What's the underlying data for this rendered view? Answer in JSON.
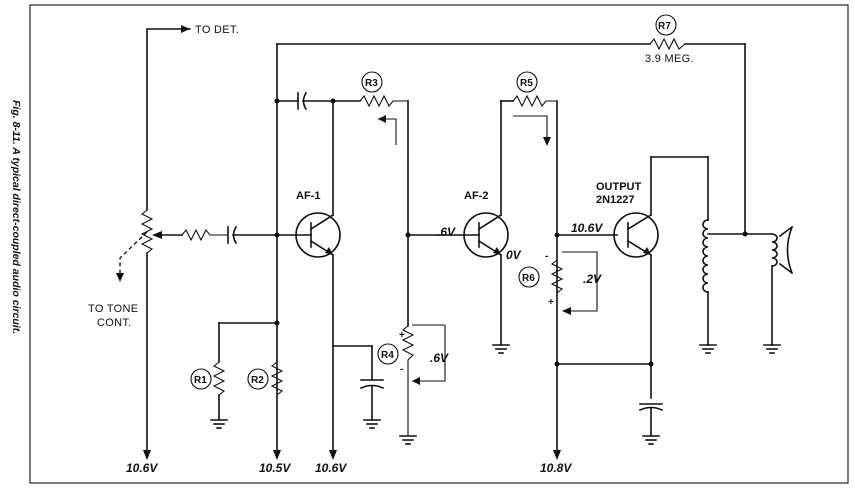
{
  "figure": {
    "caption": "Fig. 8-11. A typical direct-coupled audio circuit."
  },
  "labels": {
    "to_det": "TO DET.",
    "to_tone_line1": "TO TONE",
    "to_tone_line2": "CONT.",
    "af1": "AF-1",
    "af2": "AF-2",
    "output_line1": "OUTPUT",
    "output_line2": "2N1227",
    "r7_value": "3.9 MEG."
  },
  "components": {
    "r1": "R1",
    "r2": "R2",
    "r3": "R3",
    "r4": "R4",
    "r5": "R5",
    "r6": "R6",
    "r7": "R7"
  },
  "voltages": {
    "left_bottom": "10.6V",
    "r2_bottom": "10.5V",
    "af1_collector_bottom": "10.6V",
    "af2_base": ".6V",
    "af2_emitter": "0V",
    "output_base": "10.6V",
    "r6_drop": ".2V",
    "r4_drop": ".6V",
    "r6_bottom": "10.8V"
  },
  "polarity": {
    "plus": "+",
    "minus": "-"
  }
}
